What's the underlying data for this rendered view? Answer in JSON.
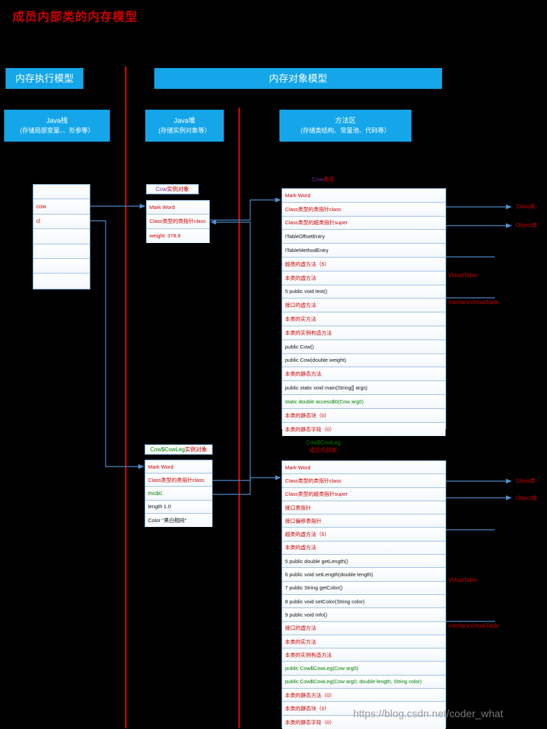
{
  "title": "成员内部类的内存模型",
  "watermark": "https://blog.csdn.net/coder_what",
  "banners": {
    "execution_model": "内存执行模型",
    "object_model": "内存对象模型"
  },
  "zones": {
    "stack": {
      "name": "Java栈",
      "desc": "(存储局部变量、、形参等）"
    },
    "heap": {
      "name": "Java堆",
      "desc": "(存储实例对象等）"
    },
    "method_area": {
      "name": "方法区",
      "desc": "(存储类结构、常量池、代码等）"
    }
  },
  "stack_frame": {
    "name": "java-stack-frame",
    "slots": [
      "",
      "cow",
      "cl",
      "",
      "",
      "",
      ""
    ]
  },
  "cow_instance": {
    "caption_prefix": "Cow",
    "caption_suffix": "实例对象",
    "rows": [
      {
        "text": "Mark Word",
        "color": "red"
      },
      {
        "text": "Class类型的类指针class",
        "color": "red"
      },
      {
        "text": "weight: 378.9",
        "color": "red"
      }
    ]
  },
  "cowleg_instance": {
    "caption_prefix": "Cow$CowLeg",
    "caption_suffix": "实例对象",
    "rows": [
      {
        "text": "Mark Word",
        "color": "red"
      },
      {
        "text": "Class类型的类指针class",
        "color": "red"
      },
      {
        "text": "this$0",
        "color": "green"
      },
      {
        "text": "length    1.0",
        "color": "black"
      },
      {
        "text": "Color      \"黑白相间\"",
        "color": "black"
      }
    ]
  },
  "cow_class": {
    "title_prefix": "Cow",
    "title_suffix": "类型",
    "rows": [
      {
        "text": "Mark Word",
        "color": "red"
      },
      {
        "text": "Class类型的类指针class",
        "color": "red"
      },
      {
        "text": "Class类型的超类指针super",
        "color": "red"
      },
      {
        "text": "ITableOffsetEntry",
        "color": "black"
      },
      {
        "text": "ITableMethodEntry",
        "color": "black"
      },
      {
        "text": "超类的虚方法（5）",
        "color": "red"
      },
      {
        "text": "本类的虚方法",
        "color": "red"
      },
      {
        "text": "5  public void test()",
        "color": "black"
      },
      {
        "text": "接口的虚方法",
        "color": "red"
      },
      {
        "text": "本类的实方法",
        "color": "red"
      },
      {
        "text": "本类的实例构造方法",
        "color": "red"
      },
      {
        "text": "public Cow()",
        "color": "black"
      },
      {
        "text": "public Cow(double weight)",
        "color": "black"
      },
      {
        "text": "本类的静态方法",
        "color": "red"
      },
      {
        "text": "public static void main(String[] args)",
        "color": "black"
      },
      {
        "text": "static double access$0(Cow arg0)",
        "color": "green"
      },
      {
        "text": "本类的静态块（0）",
        "color": "red"
      },
      {
        "text": "本类的静态字段（0）",
        "color": "red"
      }
    ]
  },
  "cowleg_class": {
    "title_line1": "Cow$CowLeg",
    "title_line2": "成员内部类",
    "rows": [
      {
        "text": "Mark Word",
        "color": "red"
      },
      {
        "text": "Class类型的类指针class",
        "color": "red"
      },
      {
        "text": "Class类型的超类指针super",
        "color": "red"
      },
      {
        "text": "接口表指针",
        "color": "red"
      },
      {
        "text": "接口偏移表指针",
        "color": "red"
      },
      {
        "text": "超类的虚方法（5）",
        "color": "red"
      },
      {
        "text": "本类的虚方法",
        "color": "red"
      },
      {
        "text": "5  public double getLength()",
        "color": "black"
      },
      {
        "text": "6  public void setLength(double length)",
        "color": "black"
      },
      {
        "text": "7  public String getColor()",
        "color": "black"
      },
      {
        "text": "8  public void setColor(String color)",
        "color": "black"
      },
      {
        "text": "9  public void info()",
        "color": "black"
      },
      {
        "text": "接口的虚方法",
        "color": "red"
      },
      {
        "text": "本类的实方法",
        "color": "red"
      },
      {
        "text": "本类的实例构造方法",
        "color": "red"
      },
      {
        "text": "public Cow$CowLeg(Cow arg0)",
        "color": "green"
      },
      {
        "text": "public Cow$CowLeg(Cow arg0, double length, String color)",
        "color": "green"
      },
      {
        "text": "本类的静态方法（0）",
        "color": "red"
      },
      {
        "text": "本类的静态块（0）",
        "color": "red"
      },
      {
        "text": "本类的静态字段（0）",
        "color": "red"
      }
    ]
  },
  "side_labels": {
    "class_1": "Class类",
    "object_1": "Object类",
    "virtualtable_1": "VirtualTable",
    "interfacevirtualtable_1": "InterfaceVirtualTable",
    "class_2": "Class类",
    "object_2": "Object类",
    "virtualtable_2": "VirtualTable",
    "interfacevirtualtable_2": "InterfaceVirtualTable"
  },
  "colors": {
    "background": "#000000",
    "banner": "#14a6e8",
    "accent_red": "#cc0000",
    "separator": "#ee0000",
    "connector": "#4f8fd0",
    "green": "#008000",
    "purple": "#7030a0"
  }
}
